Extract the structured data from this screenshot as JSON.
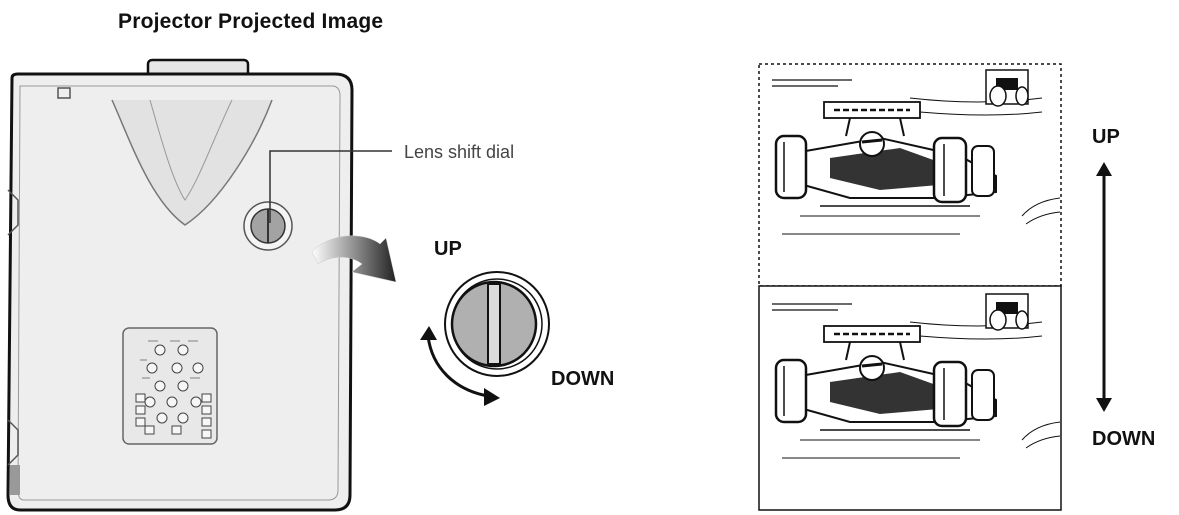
{
  "header": {
    "title": "Projector Projected Image"
  },
  "callout": {
    "lens_dial": "Lens shift dial"
  },
  "dial": {
    "up": "UP",
    "down": "DOWN"
  },
  "screen": {
    "up": "UP",
    "down": "DOWN"
  },
  "icons": [
    "projector-body",
    "lens-shift-dial",
    "curved-arrow-icon",
    "rotate-arrow-icon",
    "vertical-double-arrow-icon",
    "race-car-image"
  ]
}
